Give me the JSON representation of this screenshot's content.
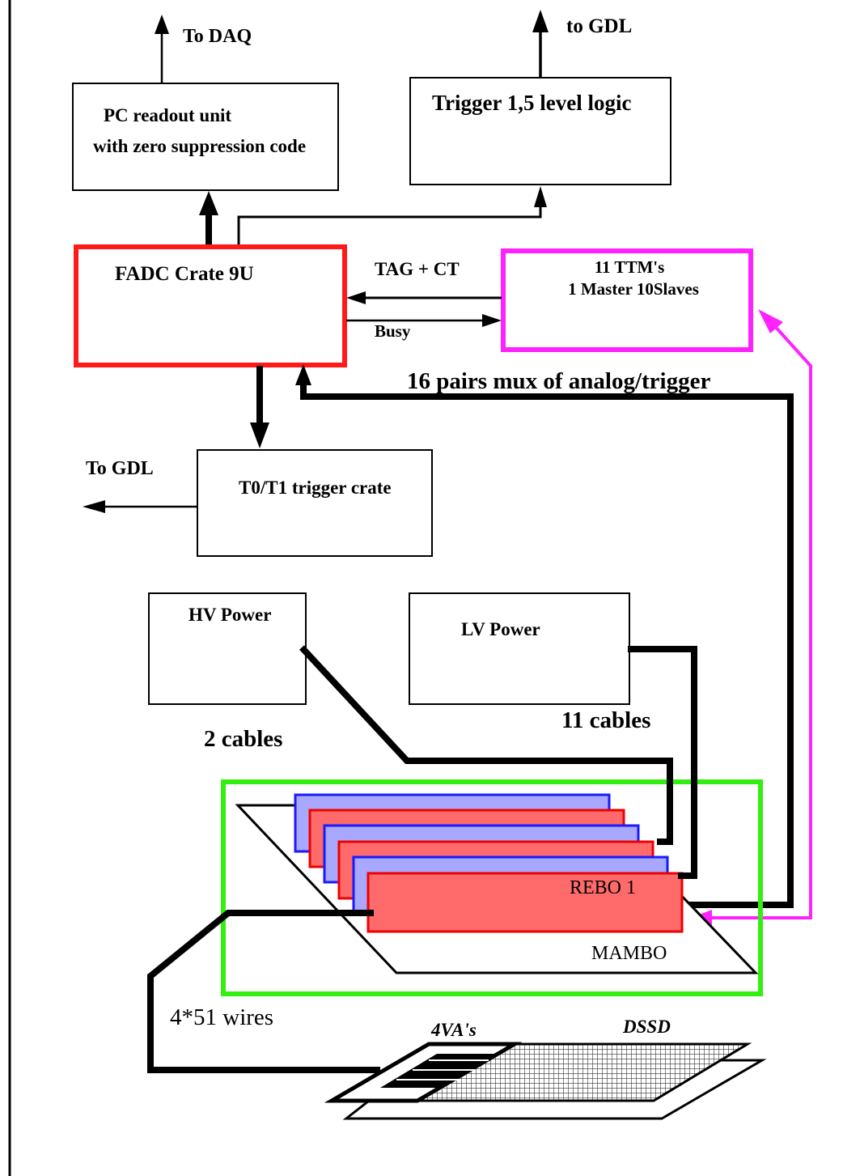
{
  "labels": {
    "to_daq": "To DAQ",
    "to_gdl_top": "to GDL",
    "pc_line1": "PC readout unit",
    "pc_line2": "with zero suppression code",
    "trigger_logic": "Trigger 1,5 level logic",
    "fadc": "FADC Crate 9U",
    "tag_ct": "TAG + CT",
    "busy": "Busy",
    "ttm_line1": "11 TTM's",
    "ttm_line2": "1 Master 10Slaves",
    "mux": "16 pairs mux of analog/trigger",
    "to_gdl_left": "To GDL",
    "t0t1": "T0/T1 trigger crate",
    "hv": "HV Power",
    "lv": "LV Power",
    "two_cables": "2 cables",
    "eleven_cables": "11 cables",
    "rebo": "REBO 1",
    "mambo": "MAMBO",
    "wires": "4*51 wires",
    "vas": "4VA's",
    "dssd": "DSSD"
  },
  "colors": {
    "fadc_border": "#ff1a1a",
    "ttm_border": "#ff22ff",
    "mambo_border": "#33ee11",
    "board_blue_fill": "#a8a8ff",
    "board_blue_border": "#1a1aff",
    "board_red_fill": "#ff6a6a",
    "board_red_border": "#ee0000",
    "line": "#000000"
  }
}
